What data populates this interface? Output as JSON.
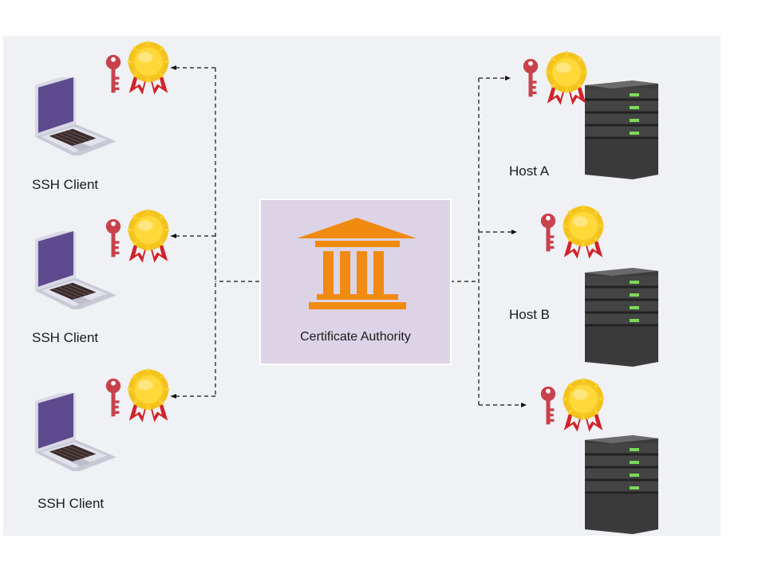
{
  "clients": [
    {
      "label": "SSH Client"
    },
    {
      "label": "SSH Client"
    },
    {
      "label": "SSH Client"
    }
  ],
  "hosts": [
    {
      "label": "Host A"
    },
    {
      "label": "Host B"
    },
    {
      "label": ""
    }
  ],
  "certificate_authority": {
    "label": "Certificate Authority"
  },
  "colors": {
    "background_panel": "#eff1f4",
    "ca_box": "#dcd3e6",
    "bank_icon": "#f08a10",
    "laptop_screen": "#5e4a8e",
    "key": "#c8414b",
    "medal_gold": "#f5c21a",
    "ribbon": "#d2222a",
    "server_body": "#3c3c3c",
    "server_led": "#7ed957"
  },
  "icons": [
    "laptop-icon",
    "key-icon",
    "medal-icon",
    "bank-icon",
    "server-icon"
  ]
}
